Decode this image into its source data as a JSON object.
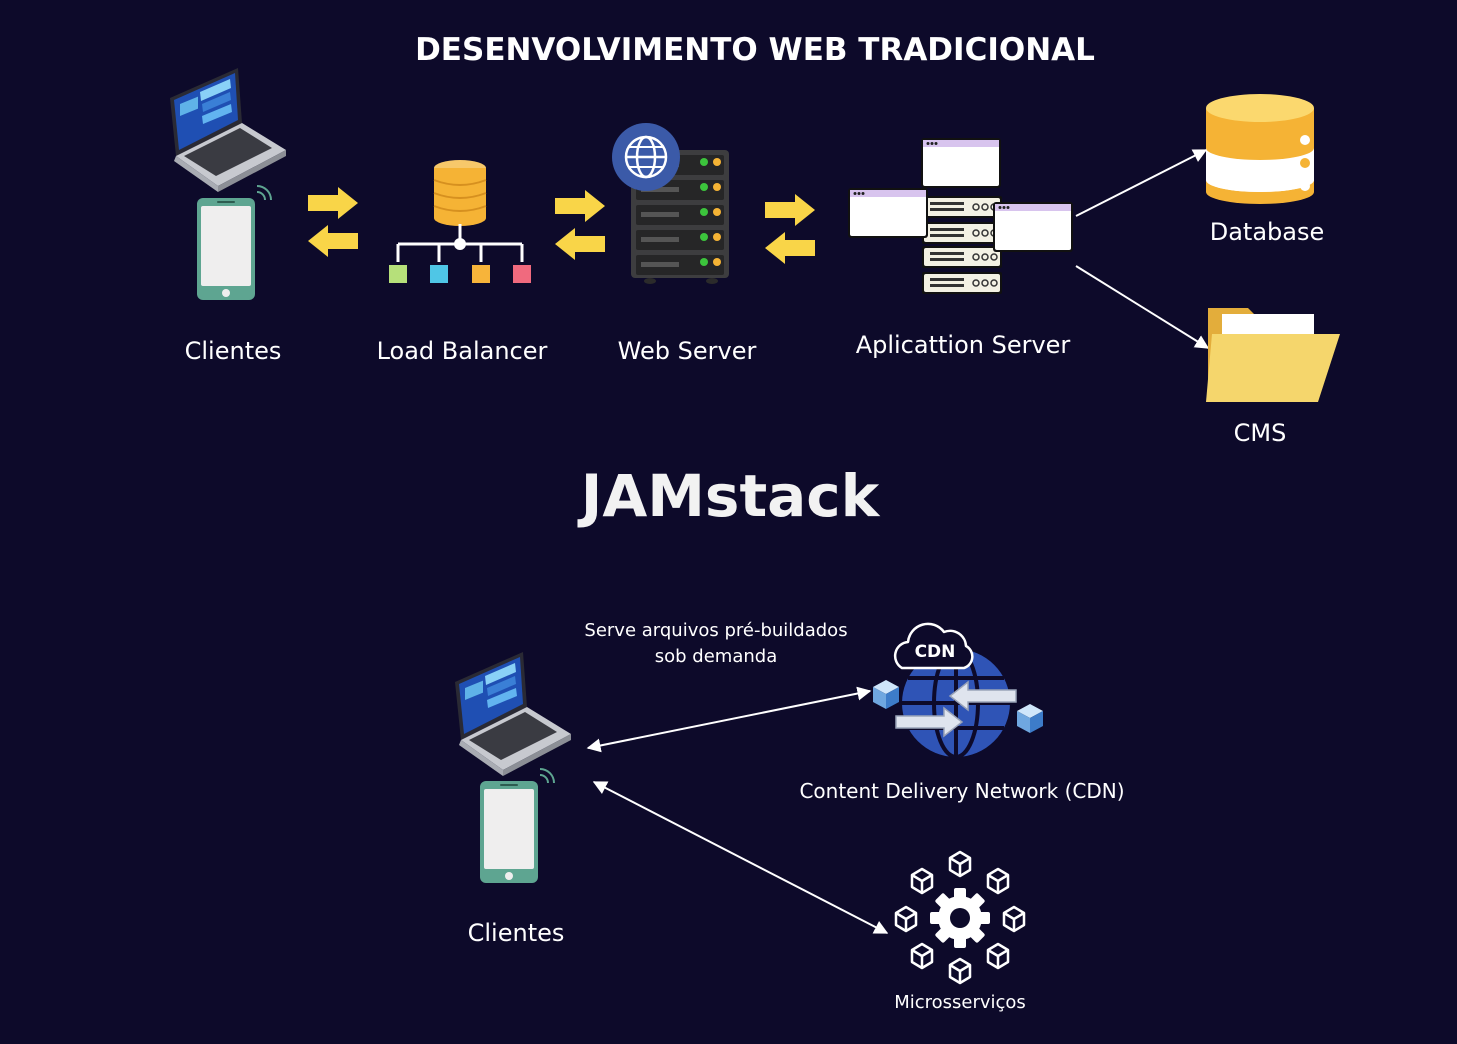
{
  "titles": {
    "traditional": "DESENVOLVIMENTO WEB TRADICIONAL",
    "jamstack": "JAMstack"
  },
  "traditional": {
    "clients": "Clientes",
    "load_balancer": "Load Balancer",
    "web_server": "Web Server",
    "app_server": "Aplicattion Server",
    "database": "Database",
    "cms": "CMS"
  },
  "jamstack": {
    "serve_note_line1": "Serve arquivos pré-buildados",
    "serve_note_line2": "sob demanda",
    "cdn_badge": "CDN",
    "cdn": "Content Delivery Network (CDN)",
    "clients": "Clientes",
    "microservices": "Microsserviços"
  },
  "colors": {
    "background": "#0d0a2a",
    "arrow_yellow": "#f9d548",
    "database_gold": "#f5b335",
    "folder_yellow": "#f5d66c",
    "cdn_blue": "#2f54b6",
    "phone_frame": "#5ea591"
  },
  "icons": [
    "laptop-icon",
    "phone-icon",
    "load-balancer-icon",
    "server-rack-icon",
    "globe-icon",
    "app-windows-icon",
    "database-icon",
    "folder-icon",
    "cdn-cloud-icon",
    "gear-icon",
    "cube-icon"
  ]
}
